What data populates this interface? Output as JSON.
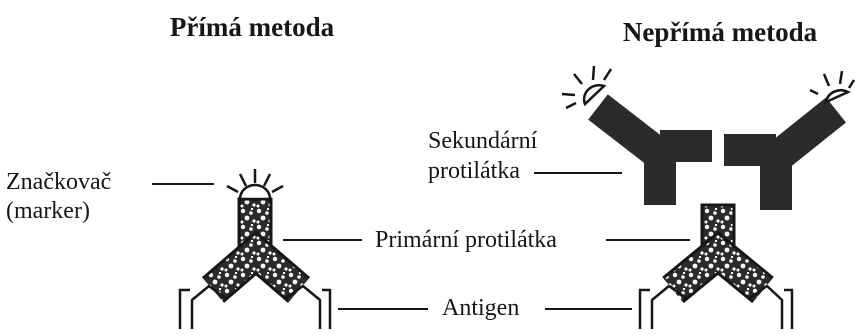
{
  "titles": {
    "direct": "Přímá metoda",
    "indirect": "Nepřímá metoda"
  },
  "labels": {
    "marker_line1": "Značkovač",
    "marker_line2": "(marker)",
    "secondary_line1": "Sekundární",
    "secondary_line2": "protilátka",
    "primary": "Primární protilátka",
    "antigen": "Antigen"
  },
  "colors": {
    "ink": "#161616",
    "antibody_dark": "#2b2b2b",
    "speckle": "#ffffff",
    "background": "#ffffff"
  }
}
